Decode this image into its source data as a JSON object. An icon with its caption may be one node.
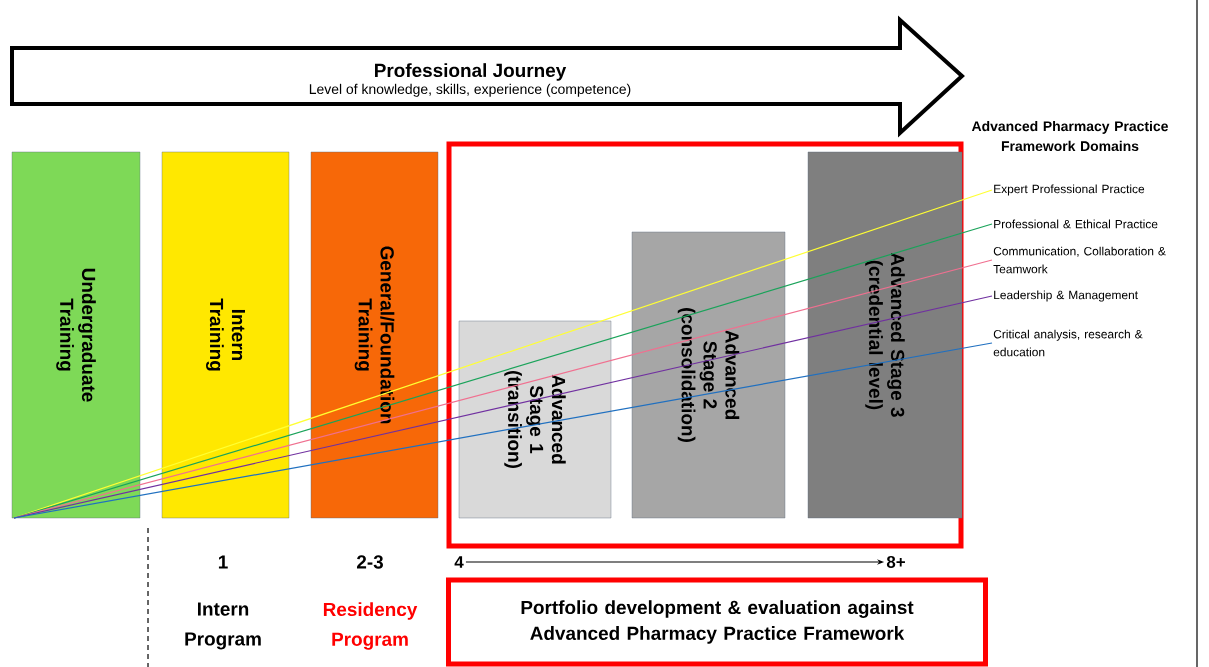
{
  "diagram": {
    "nodes": [
      {
        "text": [
          "Professional Journey",
          "Level of knowledge, skills, experience (competence)"
        ]
      },
      {
        "text": [
          "Undergraduate Training"
        ]
      },
      {
        "text": [
          "Intern Training"
        ]
      },
      {
        "text": [
          "General/Foundation Training"
        ]
      },
      {
        "text": [],
        "shape": "box"
      },
      {
        "text": [
          "Advanced Stage 1 (transition)"
        ],
        "in": 4
      },
      {
        "text": [
          "Advanced Stage 2 (consolidation)"
        ],
        "in": 4
      },
      {
        "text": [
          "Advanced Stage 3 (credential level)"
        ],
        "in": 4
      },
      {
        "text": [
          "Expert Professional Practice"
        ]
      },
      {
        "text": [
          "Professional & Ethical Practice"
        ]
      },
      {
        "text": [
          "Communication, Collaboration & Teamwork"
        ]
      },
      {
        "text": [
          "Leadership & Management"
        ]
      },
      {
        "text": [
          "Critical analysis, research & education"
        ]
      },
      {
        "text": [
          "4"
        ]
      },
      {
        "text": [
          "8+"
        ]
      },
      {
        "text": [
          "Portfolio development & evaluation against Advanced Pharmacy Practice Framework"
        ]
      }
    ],
    "edges": [
      {
        "from": 13,
        "to": 14,
        "arrow": "to"
      }
    ],
    "labels": [
      "Advanced Pharmacy Practice Framework Domains",
      "1",
      "2-3",
      "Intern Program",
      "Residency Program"
    ]
  }
}
